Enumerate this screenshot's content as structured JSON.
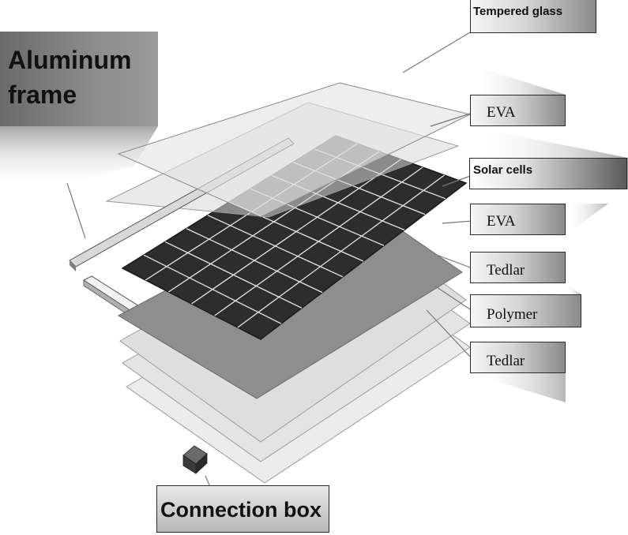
{
  "labels": {
    "aluminum_frame": "Aluminum frame",
    "tempered_glass": "Tempered glass",
    "eva_top": "EVA",
    "solar_cells": "Solar cells",
    "eva_bottom": "EVA",
    "tedlar_top": "Tedlar",
    "polymer": "Polymer",
    "tedlar_bottom": "Tedlar",
    "connection_box": "Connection box"
  },
  "colors": {
    "cell_dark": "#2d2d2d",
    "cell_grid": "#e6e6e6",
    "sheet_light": "#dcdcdc",
    "sheet_mid": "#8a8a8a",
    "label_gradient_end": "#8a8a8a"
  },
  "solar_array": {
    "rows": 6,
    "columns": 10
  }
}
